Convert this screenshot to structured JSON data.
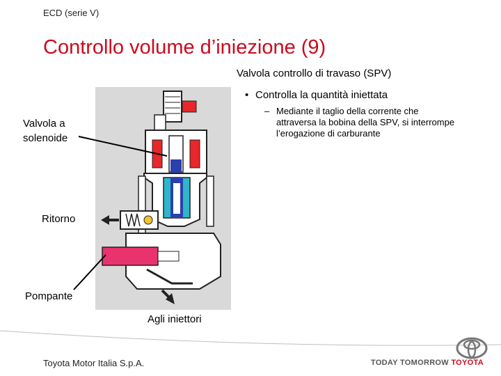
{
  "header": {
    "series": "ECD (serie V)",
    "title": "Controllo volume d’iniezione (9)"
  },
  "content": {
    "section_title": "Valvola controllo di travaso (SPV)",
    "bullet": "Controlla la quantità iniettata",
    "bullet_marker": "•",
    "sub_bullet": "Mediante il taglio della corrente che attraversa la bobina della SPV, si interrompe l’erogazione di carburante",
    "sub_marker": "–"
  },
  "labels": {
    "valvola_line1": "Valvola a",
    "valvola_line2": "solenoide",
    "ritorno": "Ritorno",
    "pompante": "Pompante",
    "iniettori": "Agli iniettori"
  },
  "footer": {
    "company": "Toyota Motor Italia S.p.A."
  },
  "branding": {
    "slogan_part1": "TODAY TOMORROW",
    "slogan_part2": "TOYOTA"
  },
  "colors": {
    "title_red": "#cc0a1e",
    "diagram_bg": "#d9d9d9",
    "coil_red": "#e8262b",
    "armature_blue": "#2b3fae",
    "fuel_cyan": "#2fb6c9",
    "pump_pink": "#e8336e"
  }
}
